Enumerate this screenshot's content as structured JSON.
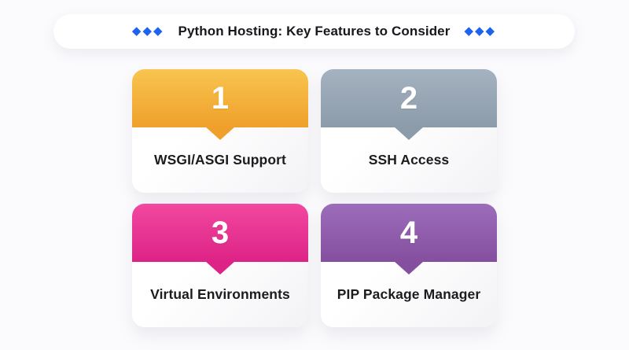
{
  "page": {
    "background": "#FBFBFD"
  },
  "title_bar": {
    "left_decoration": "◆◆◆",
    "title": "Python Hosting: Key Features to Consider",
    "right_decoration": "◆◆◆",
    "diamond_color": "#1E63F0",
    "text_color": "#17171C"
  },
  "cards": [
    {
      "number": "1",
      "label": "WSGI/ASGI Support",
      "gradient_top": "#F8C54F",
      "gradient_bottom": "#EFA02B"
    },
    {
      "number": "2",
      "label": "SSH Access",
      "gradient_top": "#A5B2C0",
      "gradient_bottom": "#8C9BAA"
    },
    {
      "number": "3",
      "label": "Virtual Environments",
      "gradient_top": "#F2489F",
      "gradient_bottom": "#DD2386"
    },
    {
      "number": "4",
      "label": "PIP Package Manager",
      "gradient_top": "#9C6DBB",
      "gradient_bottom": "#844F9E"
    }
  ]
}
